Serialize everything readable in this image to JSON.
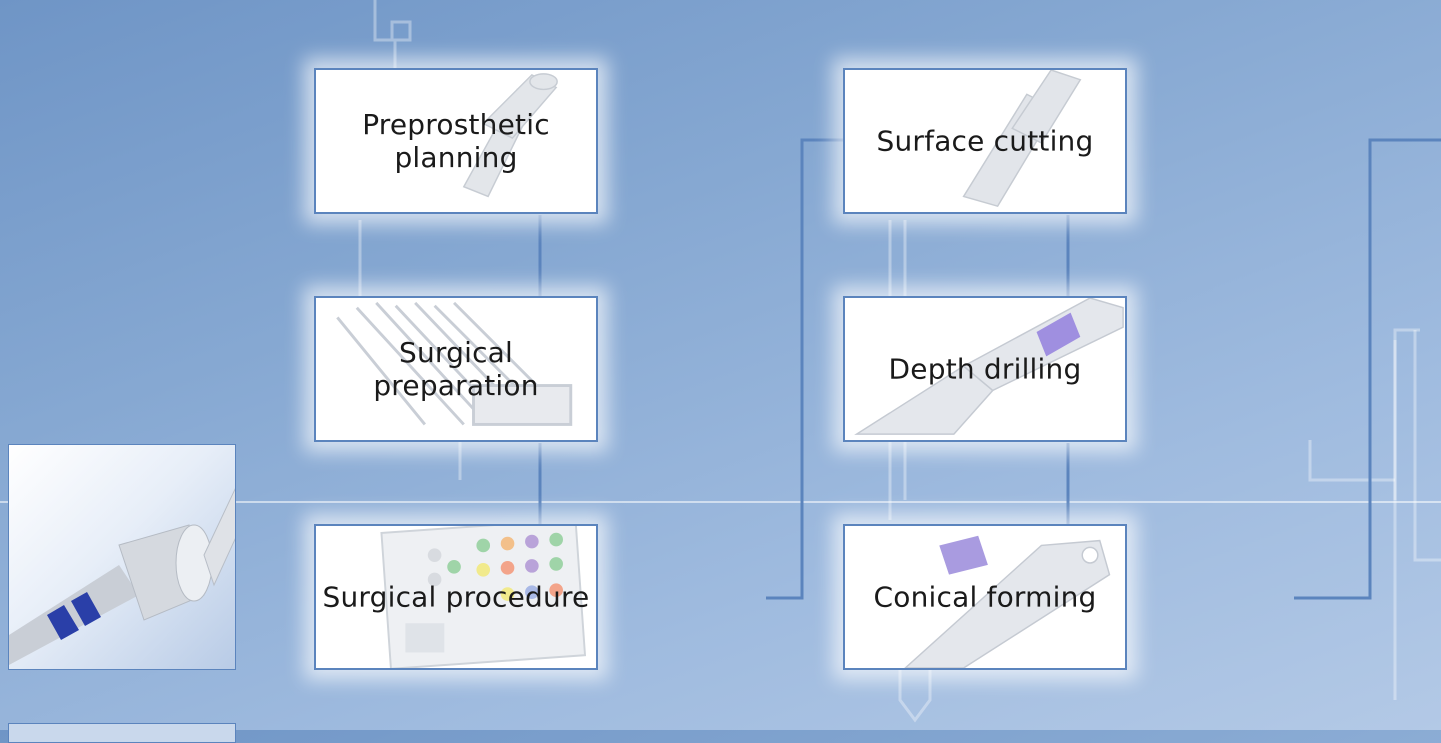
{
  "steps": [
    {
      "label": "Preprosthetic planning"
    },
    {
      "label": "Surgical preparation"
    },
    {
      "label": "Surgical procedure"
    },
    {
      "label": "Surface cutting"
    },
    {
      "label": "Depth drilling"
    },
    {
      "label": "Conical forming"
    }
  ],
  "colors": {
    "connector": "#5b84bd",
    "box_border": "#5b84bd",
    "background": "#86a8d2",
    "band": "#2a3fa8"
  }
}
